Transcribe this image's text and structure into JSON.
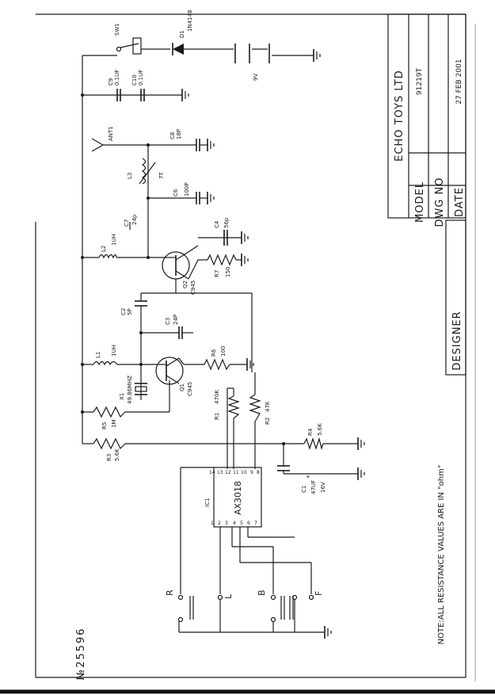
{
  "title_block": {
    "company": "ECHO TOYS LTD",
    "model_label": "MODEL",
    "model_value": "91219T",
    "dwg_label": "DWG NO",
    "dwg_value": "",
    "date_label": "DATE",
    "date_value": "27 FEB 2001",
    "designer_label": "DESIGNER"
  },
  "note": "NOTE:ALL RESISTANCE VALUES ARE IN \"ohm\"",
  "stamp": "№25596",
  "components": {
    "sw1": "SW1",
    "d1": "D1",
    "d1_val": "1N4148",
    "battery": "9V",
    "c9": "C9",
    "c9_val": "0.1UF",
    "c10": "C10",
    "c10_val": "0.1UF",
    "ant": "ANT1",
    "c8": "C8",
    "c8_val": "18P",
    "l3": "L3",
    "l3_val": "7T",
    "c6": "C6",
    "c6_val": "100P",
    "c7": "C7",
    "c7_val": "24p",
    "c4": "C4",
    "c4_val": "56p",
    "l2": "L2",
    "l2_val": "1UH",
    "q2": "Q2",
    "q2_val": "C945",
    "r7": "R7",
    "r7_val": "150",
    "c2": "C2",
    "c2_val": "5P",
    "c3": "C3",
    "c3_val": "24P",
    "l1": "L1",
    "l1_val": "1UH",
    "q1": "Q1",
    "q1_val": "C945",
    "r6": "R6",
    "r6_val": "100",
    "x1": "X1",
    "x1_val": "49.86MHZ",
    "r1": "R1",
    "r1_val": "470K",
    "r2": "R2",
    "r2_val": "47K",
    "r5": "R5",
    "r5_val": "1M",
    "r3": "R3",
    "r3_val": "5.6K",
    "r4": "R4",
    "r4_val": "5.6K",
    "c1": "C1",
    "c1_val": "47UF",
    "c1_v": "16V",
    "c1_plus": "+",
    "ic1": "IC1",
    "ic1_val": "AX3018"
  },
  "ic_pins": {
    "top": [
      "14",
      "13",
      "12",
      "11",
      "10",
      "9",
      "8"
    ],
    "bottom": [
      "1",
      "2",
      "3",
      "4",
      "5",
      "6",
      "7"
    ]
  },
  "buttons": {
    "r": "R",
    "l": "L",
    "b": "B",
    "f": "F"
  }
}
